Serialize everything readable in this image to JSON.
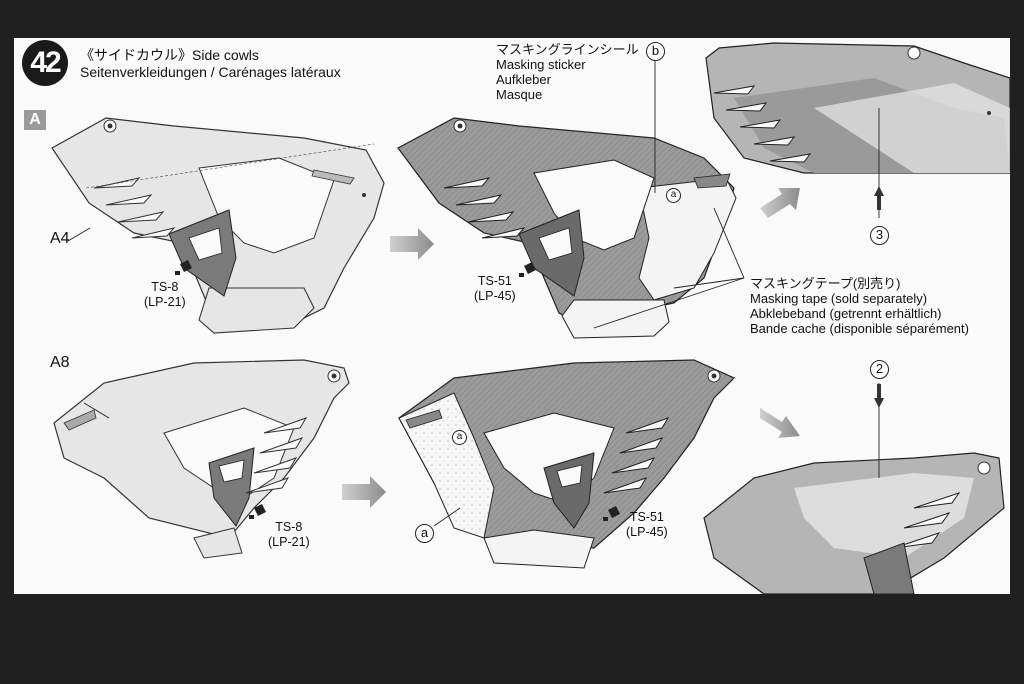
{
  "step": {
    "number": "42",
    "title_line1": "《サイドカウル》Side cowls",
    "title_line2": "Seitenverkleidungen / Carénages latéraux",
    "section": "A"
  },
  "masking_sticker": {
    "jp": "マスキングラインシール",
    "en": "Masking sticker",
    "de": "Aufkleber",
    "fr": "Masque",
    "marker": "b"
  },
  "masking_tape": {
    "jp": "マスキングテープ(別売り)",
    "en": "Masking tape (sold separately)",
    "de": "Abklebeband (getrennt erhältlich)",
    "fr": "Bande cache (disponible séparément)"
  },
  "parts": {
    "top_part": "A4",
    "bottom_part": "A8"
  },
  "paints": {
    "top_base": {
      "code": "TS-8",
      "alt": "(LP-21)"
    },
    "top_color": {
      "code": "TS-51",
      "alt": "(LP-45)"
    },
    "bottom_base": {
      "code": "TS-8",
      "alt": "(LP-21)"
    },
    "bottom_color": {
      "code": "TS-51",
      "alt": "(LP-45)"
    }
  },
  "markers": {
    "top_sticker_a": "a",
    "bottom_sticker_a": "a",
    "bottom_sticker_a_callout": "a",
    "top_decal": "3",
    "bottom_decal": "2"
  }
}
